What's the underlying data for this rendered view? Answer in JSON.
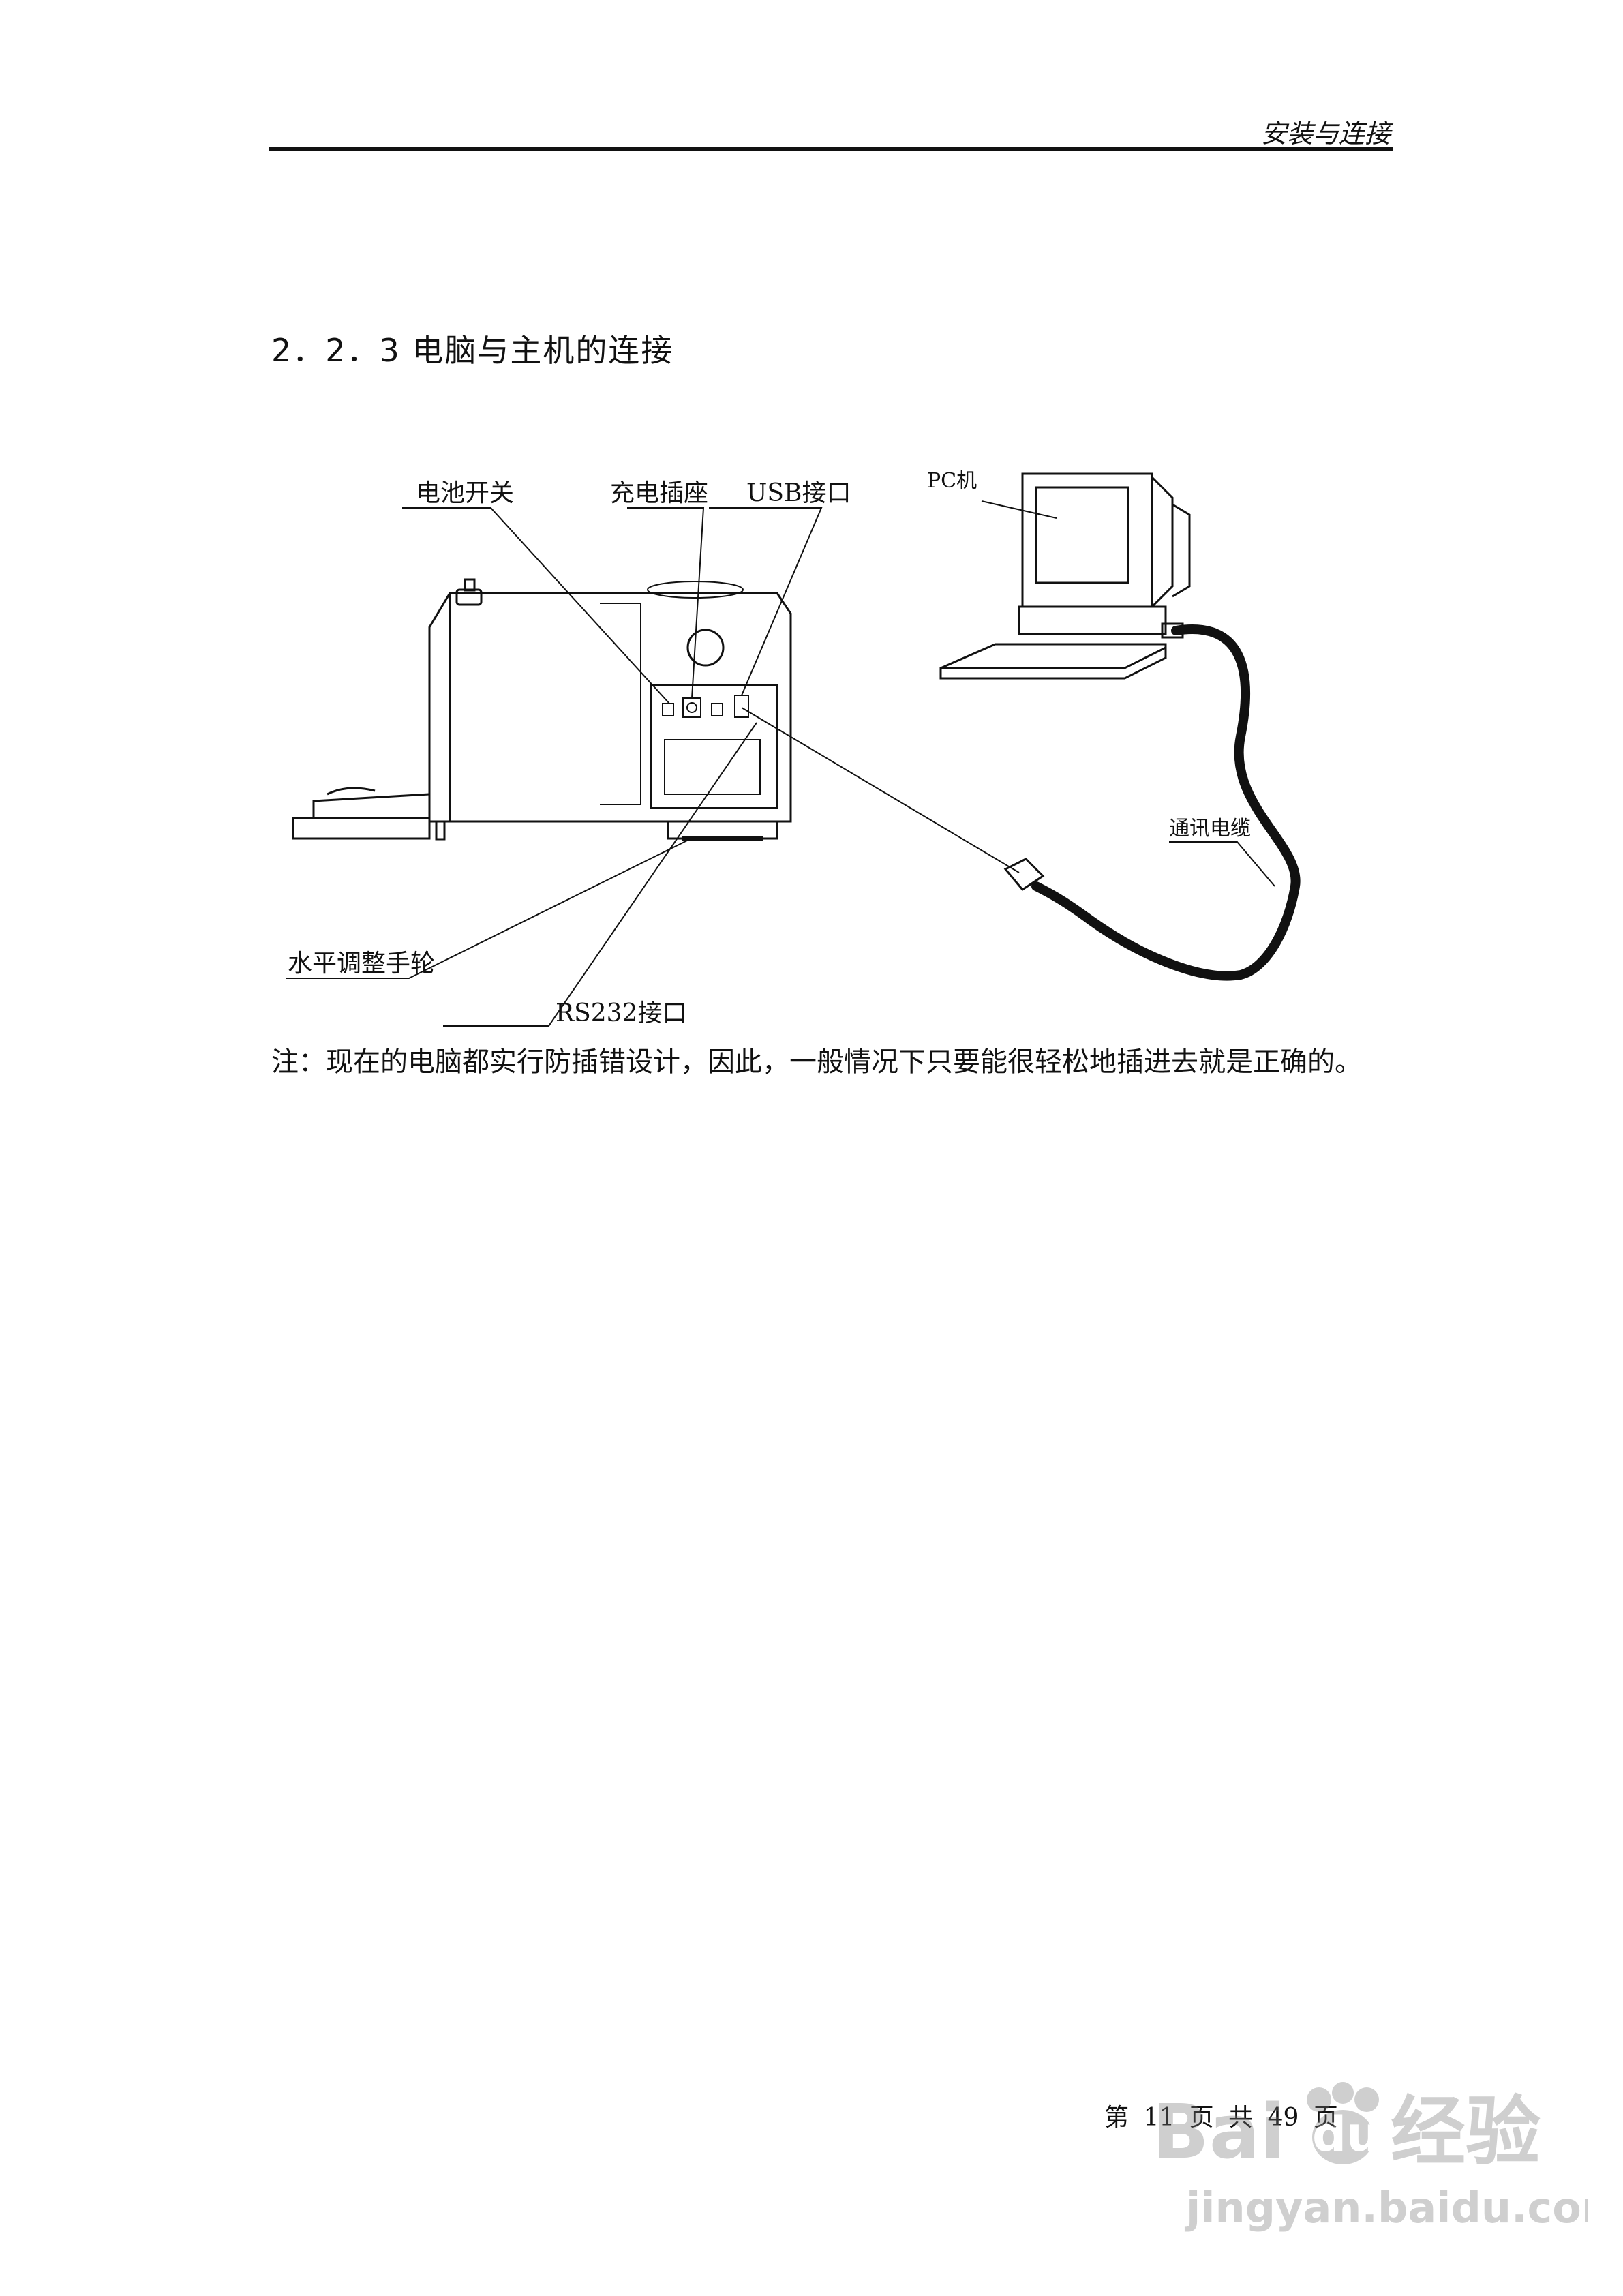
{
  "header": {
    "title": "安装与连接"
  },
  "section": {
    "heading": "2．2．3 电脑与主机的连接"
  },
  "figure": {
    "labels": {
      "battery_switch": "电池开关",
      "charge_socket": "充电插座",
      "usb_port": "USB接口",
      "pc": "PC机",
      "cable": "通讯电缆",
      "level_wheel": "水平调整手轮",
      "rs232_port": "RS232接口"
    }
  },
  "note": {
    "text": "注：现在的电脑都实行防插错设计，因此，一般情况下只要能很轻松地插进去就是正确的。"
  },
  "footer": {
    "text": "第 11 页 共 49 页"
  },
  "watermark": {
    "brand": "Bai",
    "brand_du": "du",
    "cn": "经验",
    "url": "jingyan.baidu.com"
  }
}
